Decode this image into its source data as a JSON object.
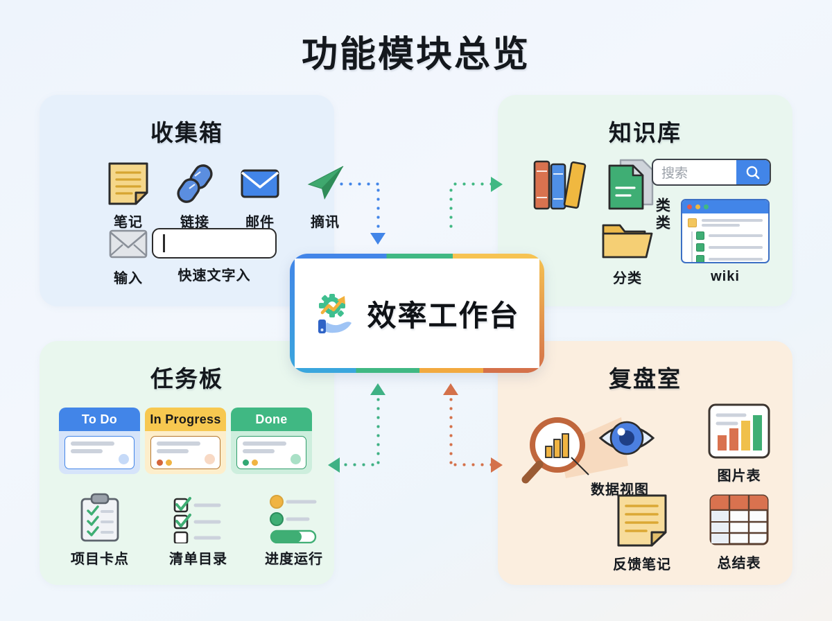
{
  "page": {
    "title": "功能模块总览",
    "background": "#eef4fc"
  },
  "hub": {
    "title": "效率工作台",
    "icon": "productivity-hand-gear-chart-icon",
    "border_colors": [
      "#4285e8",
      "#40b883",
      "#f6c352",
      "#d4714a",
      "#3aa6dd"
    ]
  },
  "panels": [
    {
      "id": "inbox",
      "title": "收集箱",
      "accent": "#4285e8",
      "background": "#e6f0fb",
      "items": [
        {
          "label": "笔记",
          "icon": "sticky-note-icon"
        },
        {
          "label": "链接",
          "icon": "chain-link-icon"
        },
        {
          "label": "邮件",
          "icon": "envelope-blue-icon"
        },
        {
          "label": "摘讯",
          "icon": "paper-plane-icon"
        },
        {
          "label": "输入",
          "icon": "envelope-grey-icon"
        },
        {
          "label": "快速文字入",
          "icon": "text-input-field",
          "input_value": "",
          "input_placeholder": ""
        }
      ]
    },
    {
      "id": "knowledge",
      "title": "知识库",
      "accent": "#40b883",
      "background": "#e9f6ef",
      "items": [
        {
          "label": "",
          "icon": "books-stack-icon"
        },
        {
          "label": "",
          "icon": "documents-green-icon"
        },
        {
          "label": "分类",
          "icon": "folder-icon"
        },
        {
          "label": "wiki",
          "icon": "wiki-browser-window-icon"
        }
      ],
      "search": {
        "placeholder": "搜索",
        "value": "",
        "button_icon": "search-icon"
      },
      "side_label": "类类"
    },
    {
      "id": "tasks",
      "title": "任务板",
      "accent": "#40b883",
      "background": "#e9f7ee",
      "kanban": [
        {
          "label": "To Do",
          "head_bg": "#4285e8",
          "head_fg": "#ffffff",
          "body_bg": "#d6e4fa",
          "card_border": "#4285e8",
          "dots": [],
          "blob": "#c6daf8"
        },
        {
          "label": "In Progress",
          "head_bg": "#f8c councils",
          "head_fg": "#1a1a1a",
          "body_bg": "#fdeecb",
          "card_border": "#b5752c",
          "dots": [
            "#d4653a",
            "#f0b442"
          ],
          "blob": "#f8d9c4"
        },
        {
          "label": "Done",
          "head_bg": "#40b883",
          "head_fg": "#ffffff",
          "body_bg": "#cdeedd",
          "card_border": "#2f9c6a",
          "dots": [
            "#31a873",
            "#f0b442"
          ],
          "blob": "#a9e0c6"
        }
      ],
      "items": [
        {
          "label": "项目卡点",
          "icon": "clipboard-checklist-icon"
        },
        {
          "label": "清单目录",
          "icon": "checkbox-list-icon"
        },
        {
          "label": "进度运行",
          "icon": "progress-bar-icon"
        }
      ]
    },
    {
      "id": "review",
      "title": "复盘室",
      "accent": "#d4714a",
      "background": "#fbeedf",
      "items": [
        {
          "label": "数据视图",
          "icon": "magnifier-eye-insight-icon"
        },
        {
          "label": "图片表",
          "icon": "bar-chart-card-icon"
        },
        {
          "label": "反馈笔记",
          "icon": "sticky-note-icon"
        },
        {
          "label": "总结表",
          "icon": "summary-table-icon"
        }
      ]
    }
  ],
  "connectors": [
    {
      "name": "inbox-to-hub",
      "color": "#4285e8",
      "direction": "down"
    },
    {
      "name": "hub-to-knowledge",
      "color": "#40b883",
      "direction": "right"
    },
    {
      "name": "hub-to-tasks",
      "color": "#3fb184",
      "direction": "left"
    },
    {
      "name": "hub-to-review",
      "color": "#d4714a",
      "direction": "right"
    }
  ]
}
